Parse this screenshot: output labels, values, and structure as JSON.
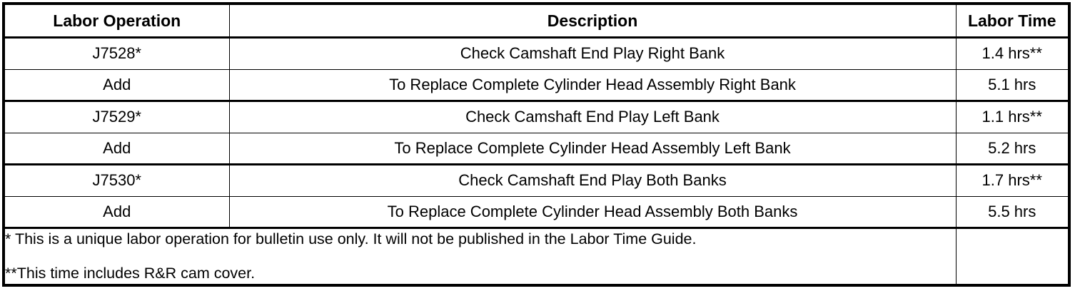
{
  "table": {
    "columns": [
      {
        "key": "labor_operation",
        "header": "Labor Operation"
      },
      {
        "key": "description",
        "header": "Description"
      },
      {
        "key": "labor_time",
        "header": "Labor Time"
      }
    ],
    "rows": [
      {
        "labor_operation": "J7528*",
        "description": "Check Camshaft End Play Right Bank",
        "labor_time": "1.4 hrs**"
      },
      {
        "labor_operation": "Add",
        "description": "To Replace Complete Cylinder Head Assembly Right Bank",
        "labor_time": "5.1 hrs"
      },
      {
        "labor_operation": "J7529*",
        "description": "Check Camshaft End Play Left Bank",
        "labor_time": "1.1 hrs**"
      },
      {
        "labor_operation": "Add",
        "description": "To Replace Complete Cylinder Head Assembly Left Bank",
        "labor_time": "5.2 hrs"
      },
      {
        "labor_operation": "J7530*",
        "description": "Check Camshaft End Play Both Banks",
        "labor_time": "1.7 hrs**"
      },
      {
        "labor_operation": "Add",
        "description": "To Replace Complete Cylinder Head Assembly Both Banks",
        "labor_time": "5.5 hrs"
      }
    ],
    "footnotes": {
      "single_asterisk": "* This is a unique labor operation for bulletin use only. It will not be published in the Labor Time Guide.",
      "double_asterisk": "**This time includes R&R cam cover."
    }
  },
  "colors": {
    "border": "#000000",
    "text": "#000000",
    "background": "#ffffff"
  }
}
